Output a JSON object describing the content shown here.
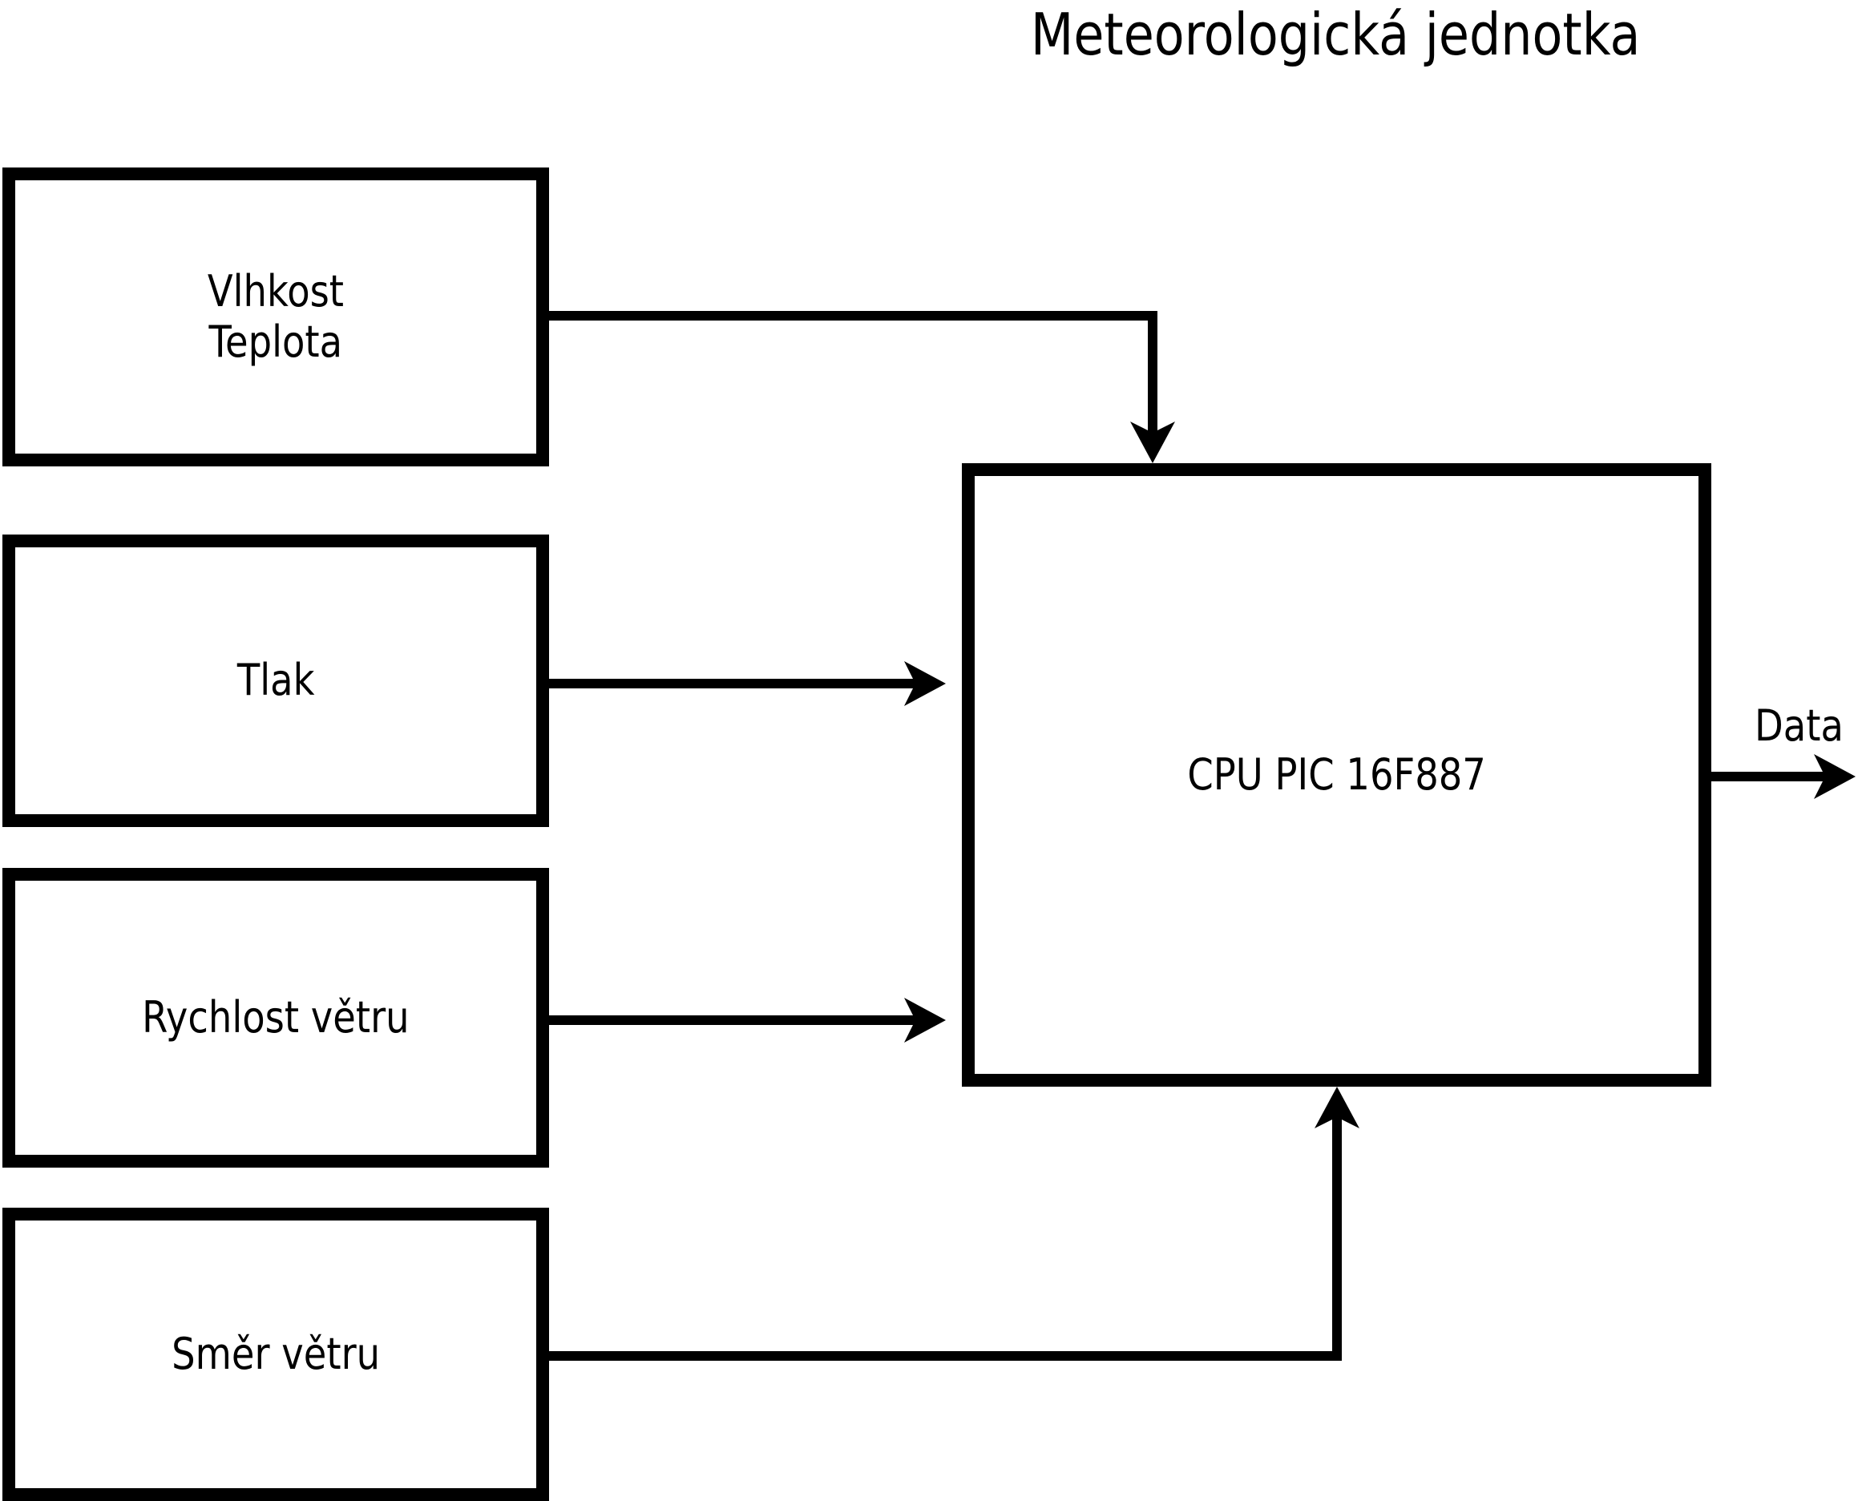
{
  "title": "Meteorologická jednotka",
  "boxes": {
    "humidity_temperature": {
      "line1": "Vlhkost",
      "line2": "Teplota"
    },
    "pressure": {
      "label": "Tlak"
    },
    "wind_speed": {
      "label": "Rychlost větru"
    },
    "wind_direction": {
      "label": "Směr větru"
    },
    "cpu": {
      "label": "CPU PIC 16F887"
    }
  },
  "output": {
    "label": "Data"
  },
  "colors": {
    "stroke": "#000000",
    "background": "#ffffff",
    "text": "#000000"
  },
  "connections": [
    {
      "from": "Vlhkost Teplota",
      "to": "CPU PIC 16F887",
      "enters": "top"
    },
    {
      "from": "Tlak",
      "to": "CPU PIC 16F887",
      "enters": "left"
    },
    {
      "from": "Rychlost větru",
      "to": "CPU PIC 16F887",
      "enters": "left"
    },
    {
      "from": "Směr větru",
      "to": "CPU PIC 16F887",
      "enters": "bottom"
    },
    {
      "from": "CPU PIC 16F887",
      "to": "Data",
      "exits": "right"
    }
  ]
}
